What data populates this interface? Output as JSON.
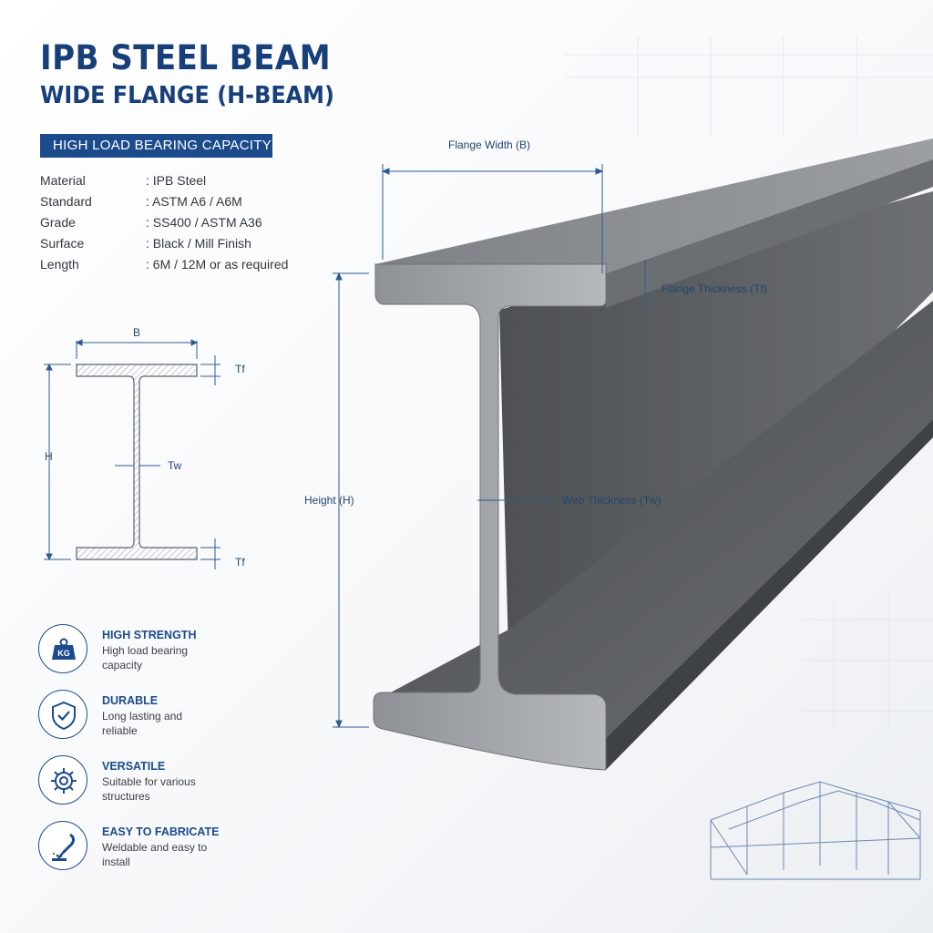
{
  "header": {
    "title": "IPB STEEL BEAM",
    "subtitle": "WIDE FLANGE (H-BEAM)",
    "banner": "HIGH LOAD BEARING CAPACITY"
  },
  "specs": [
    {
      "key": "Material",
      "value": ": IPB Steel"
    },
    {
      "key": "Standard",
      "value": ": ASTM A6 / A6M"
    },
    {
      "key": "Grade",
      "value": ": SS400 / ASTM A36"
    },
    {
      "key": "Surface",
      "value": ": Black / Mill Finish"
    },
    {
      "key": "Length",
      "value": ": 6M / 12M or as required"
    }
  ],
  "cross_section": {
    "width_label": "B",
    "height_label": "H",
    "flange_top_label": "Tf",
    "flange_bottom_label": "Tf",
    "web_label": "Tw"
  },
  "beam_dimensions": {
    "flange_width": "Flange Width (B)",
    "flange_thickness": "Flange Thickness (Tf)",
    "height": "Height (H)",
    "web_thickness": "Web Thickness (Tw)"
  },
  "features": [
    {
      "icon": "weight-kg-icon",
      "icon_text": "KG",
      "title": "HIGH STRENGTH",
      "description": "High load bearing capacity"
    },
    {
      "icon": "shield-check-icon",
      "title": "DURABLE",
      "description": "Long lasting and reliable"
    },
    {
      "icon": "gear-icon",
      "title": "VERSATILE",
      "description": "Suitable for various structures"
    },
    {
      "icon": "welding-torch-icon",
      "title": "EASY TO FABRICATE",
      "description": "Weldable and easy to install"
    }
  ],
  "colors": {
    "brand_blue": "#1c4b8c",
    "title_blue": "#173f7a",
    "steel_dark": "#55585c",
    "steel_light": "#8f9397"
  }
}
